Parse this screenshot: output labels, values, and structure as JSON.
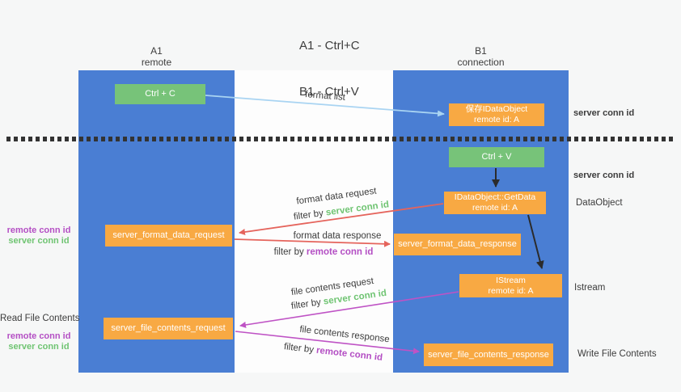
{
  "title": {
    "line1": "A1 - Ctrl+C",
    "line2": "B1 - Ctrl+V"
  },
  "columns": {
    "left": {
      "name": "A1",
      "subtitle": "remote"
    },
    "right": {
      "name": "B1",
      "subtitle": "connection"
    }
  },
  "nodes": {
    "ctrl_c": {
      "label": "Ctrl + C"
    },
    "save_dataobject": {
      "line1": "保存IDataObject",
      "line2": "remote id: A"
    },
    "ctrl_v": {
      "label": "Ctrl + V"
    },
    "getdata": {
      "line1": "IDataObject::GetData",
      "line2": "remote id: A"
    },
    "format_request": {
      "label": "server_format_data_request"
    },
    "format_response": {
      "label": "server_format_data_response"
    },
    "istream": {
      "line1": "IStream",
      "line2": "remote id: A"
    },
    "file_request": {
      "label": "server_file_contents_request"
    },
    "file_response": {
      "label": "server_file_contents_response"
    }
  },
  "flow_labels": {
    "format_list": "format list",
    "format_data_request": "format data request",
    "format_data_response": "format data response",
    "file_contents_request": "file contents request",
    "file_contents_response": "file contents response",
    "filter_by": "filter by",
    "server_conn_id": "server conn id",
    "remote_conn_id": "remote conn id"
  },
  "side_labels": {
    "right_server_conn_id_top": "server conn id",
    "right_server_conn_id_mid": "server conn id",
    "right_dataobject": "DataObject",
    "right_istream": "Istream",
    "right_write_file_contents": "Write File Contents",
    "left_remote_conn_id_top": "remote conn id",
    "left_server_conn_id_top": "server conn id",
    "left_read_file_contents": "Read File Contents",
    "left_remote_conn_id_bottom": "remote conn id",
    "left_server_conn_id_bottom": "server conn id"
  },
  "colors": {
    "column_blue": "#4a7ed3",
    "node_green": "#77c379",
    "node_orange": "#f8a943",
    "arrow_light_blue": "#a9d4f2",
    "arrow_red": "#e5645c",
    "arrow_purple": "#bf53c5",
    "arrow_black": "#2b2b2b",
    "text_green": "#6fc472",
    "text_purple": "#b44fc4",
    "text_dark": "#3c3c3c",
    "background": "#f7f7f7",
    "canvas_white": "#fdfdfd"
  }
}
